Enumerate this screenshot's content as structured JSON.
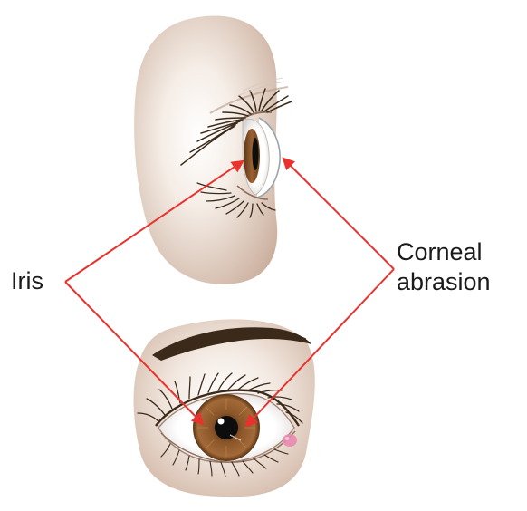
{
  "labels": {
    "iris": "Iris",
    "corneal_abrasion_line1": "Corneal",
    "corneal_abrasion_line2": "abrasion"
  },
  "colors": {
    "arrow": "#e8322e",
    "skin_light": "#f3ebe4",
    "skin_dark": "#c9ab98",
    "iris_brown": "#7a4a25",
    "lashes": "#3b2a1a",
    "pupil": "#0d0d0d",
    "caruncle_pink": "#e889b0"
  },
  "icons": {
    "side_view": "eye-side-view-illustration",
    "front_view": "eye-front-view-illustration"
  }
}
